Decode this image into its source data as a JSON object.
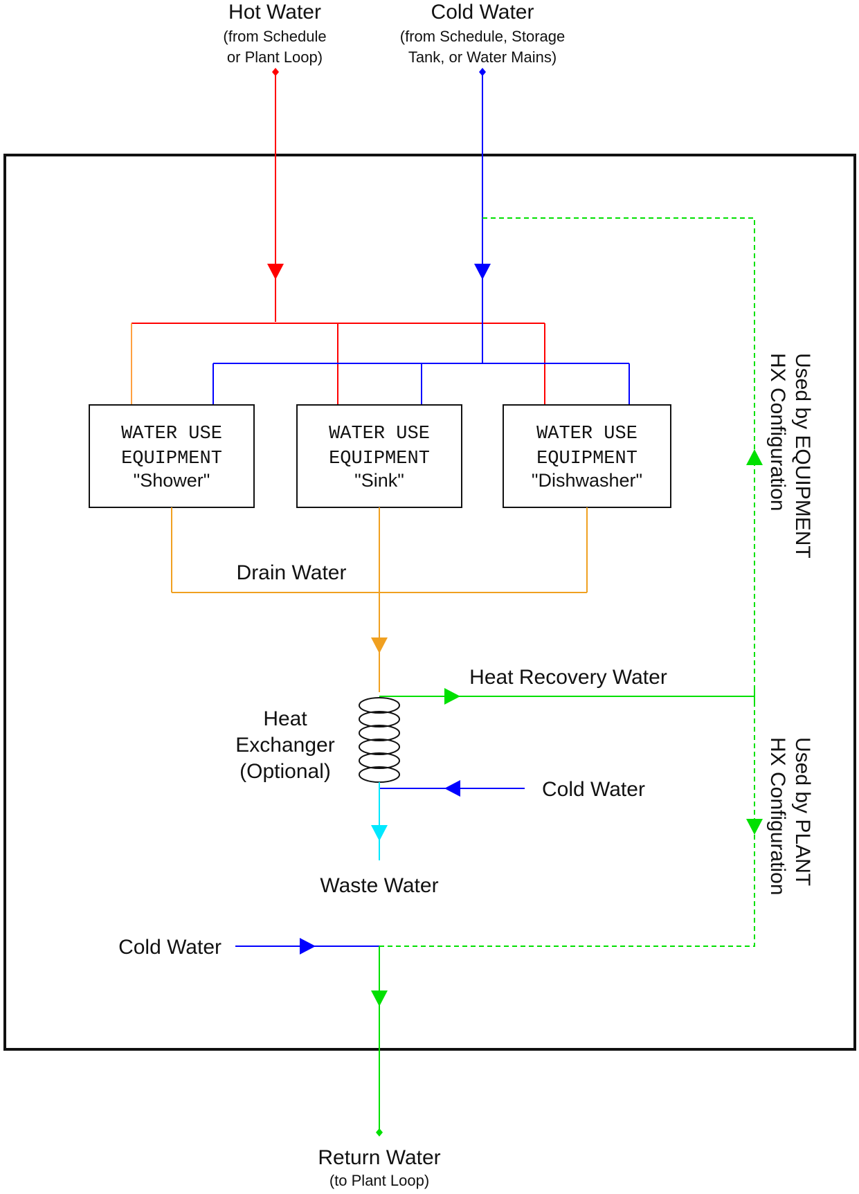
{
  "colors": {
    "hot": "#ff0000",
    "cold": "#0000ff",
    "branch": "#ffa040",
    "drain": "#f0a020",
    "recovery": "#00e000",
    "waste": "#00e8ff",
    "frame": "#111111"
  },
  "inlets": {
    "hot": {
      "title": "Hot Water",
      "line1": "(from Schedule",
      "line2": "or Plant Loop)"
    },
    "cold": {
      "title": "Cold Water",
      "line1": "(from Schedule, Storage",
      "line2": "Tank, or Water Mains)"
    }
  },
  "equipment": [
    {
      "line1": "WATER USE",
      "line2": "EQUIPMENT",
      "name": "\"Shower\""
    },
    {
      "line1": "WATER USE",
      "line2": "EQUIPMENT",
      "name": "\"Sink\""
    },
    {
      "line1": "WATER USE",
      "line2": "EQUIPMENT",
      "name": "\"Dishwasher\""
    }
  ],
  "labels": {
    "drain_water": "Drain Water",
    "heat_recovery_water": "Heat Recovery Water",
    "hx_line1": "Heat",
    "hx_line2": "Exchanger",
    "hx_line3": "(Optional)",
    "hx_cold_water": "Cold Water",
    "waste_water": "Waste Water",
    "mix_cold_water": "Cold Water",
    "return_title": "Return Water",
    "return_sub": "(to Plant Loop)",
    "equipment_config_line1": "Used by EQUIPMENT",
    "equipment_config_line2": "HX Configuration",
    "plant_config_line1": "Used by PLANT",
    "plant_config_line2": "HX Configuration"
  }
}
